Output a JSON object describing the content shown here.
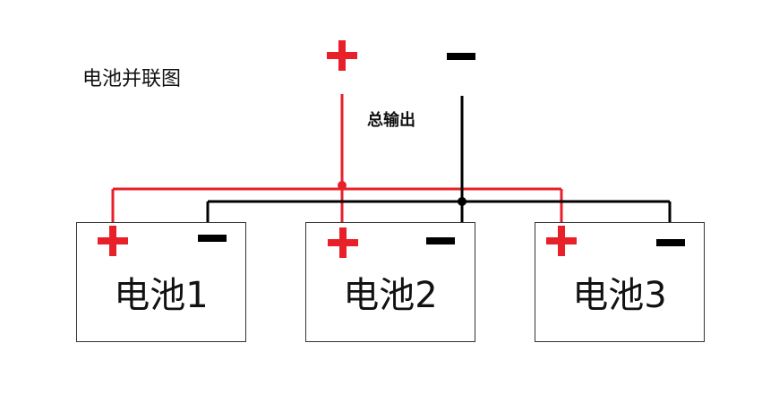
{
  "caption": "电池并联图",
  "total_output_label": "总输出",
  "batteries": [
    {
      "label": "电池1"
    },
    {
      "label": "电池2"
    },
    {
      "label": "电池3"
    }
  ],
  "colors": {
    "positive": "#e8202a",
    "negative": "#000000",
    "border": "#333333"
  },
  "icons": {
    "positive": "plus-icon",
    "negative": "minus-icon"
  }
}
